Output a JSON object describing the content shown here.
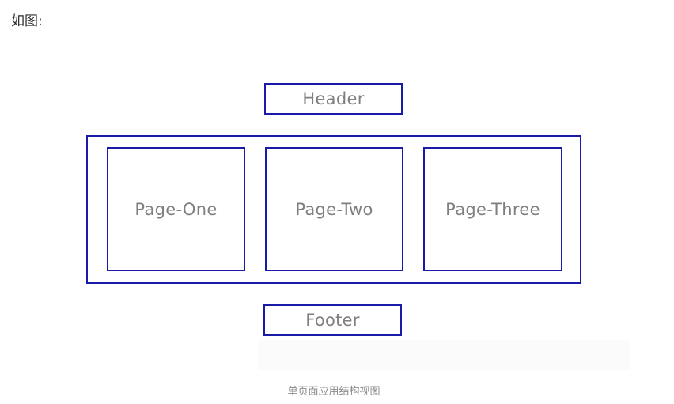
{
  "intro_text": "如图:",
  "diagram": {
    "header": "Header",
    "pages": [
      "Page-One",
      "Page-Two",
      "Page-Three"
    ],
    "footer": "Footer",
    "border_color": "#1a1aa8",
    "label_color": "#7f7f7f"
  },
  "caption": "单页面应用结构视图"
}
